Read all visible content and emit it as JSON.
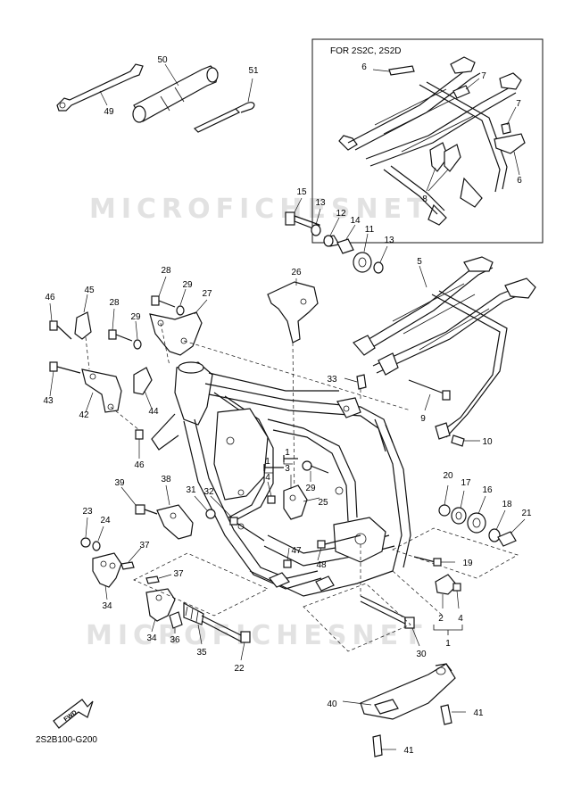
{
  "inset": {
    "title": "FOR 2S2C, 2S2D"
  },
  "watermark": "MICROFICHESNET",
  "diagram_code": "2S2B100-G200",
  "fwd_label": "FWD",
  "callouts": {
    "c1": "1",
    "c1b": "1",
    "c1c": "1",
    "c2": "2",
    "c3": "3",
    "c4": "4",
    "c4b": "4",
    "c5": "5",
    "c6": "6",
    "c6b": "6",
    "c7": "7",
    "c7b": "7",
    "c8": "8",
    "c9": "9",
    "c10": "10",
    "c11": "11",
    "c12": "12",
    "c13": "13",
    "c13b": "13",
    "c14": "14",
    "c15": "15",
    "c16": "16",
    "c17": "17",
    "c18": "18",
    "c19": "19",
    "c20": "20",
    "c21": "21",
    "c22": "22",
    "c23": "23",
    "c24": "24",
    "c25": "25",
    "c26": "26",
    "c27": "27",
    "c28": "28",
    "c28b": "28",
    "c29": "29",
    "c29b": "29",
    "c29c": "29",
    "c30": "30",
    "c31": "31",
    "c32": "32",
    "c33": "33",
    "c34": "34",
    "c34b": "34",
    "c35": "35",
    "c36": "36",
    "c37": "37",
    "c37b": "37",
    "c38": "38",
    "c39": "39",
    "c40": "40",
    "c41": "41",
    "c41b": "41",
    "c42": "42",
    "c43": "43",
    "c44": "44",
    "c45": "45",
    "c46": "46",
    "c46b": "46",
    "c47": "47",
    "c48": "48",
    "c49": "49",
    "c50": "50",
    "c51": "51"
  }
}
